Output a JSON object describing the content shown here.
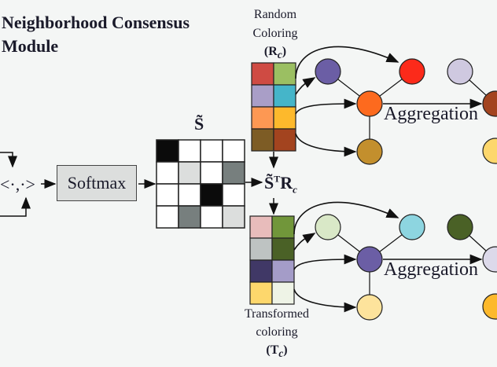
{
  "title": [
    "Neighborhood Consensus",
    "Module"
  ],
  "random_coloring": {
    "lines": [
      "Random",
      "Coloring",
      "(R",
      "c",
      ")"
    ],
    "colors": [
      [
        "#cf4b43",
        "#9bbf62"
      ],
      [
        "#a99ec7",
        "#45b5c9"
      ],
      [
        "#fd9853",
        "#fdb92c"
      ],
      [
        "#7d5c25",
        "#a3441f"
      ]
    ]
  },
  "transformed_coloring": {
    "lines": [
      "Transformed",
      "coloring",
      "(T",
      "c",
      ")"
    ],
    "colors": [
      [
        "#e8bcbb",
        "#71963a"
      ],
      [
        "#bec3c2",
        "#4a6126"
      ],
      [
        "#403866",
        "#a49cc8"
      ],
      [
        "#fdd76c",
        "#eef3e6"
      ]
    ]
  },
  "inner_product": "<·,·>",
  "softmax": "Softmax",
  "s_tilde": "S̃",
  "s_tilde_t_rc": {
    "base": "S̃",
    "sup": "T",
    "r": "R",
    "sub": "c"
  },
  "aggregation": "Aggregation",
  "matrix": [
    [
      3,
      0,
      0,
      0
    ],
    [
      0,
      1,
      0,
      2
    ],
    [
      0,
      0,
      3,
      0
    ],
    [
      0,
      2,
      0,
      1
    ]
  ],
  "graph_upper": {
    "nodes": [
      "#6b5ea5",
      "#fc2a1a",
      "#fd6a1e",
      "#c38f2d",
      "#cfc9e0",
      "#a3441f",
      "#fdd76c"
    ]
  },
  "graph_lower": {
    "nodes": [
      "#d9e8c7",
      "#8dd5e0",
      "#6b5ea5",
      "#fde39c",
      "#4a6126",
      "#dcd9ea",
      "#fdb92c"
    ]
  }
}
